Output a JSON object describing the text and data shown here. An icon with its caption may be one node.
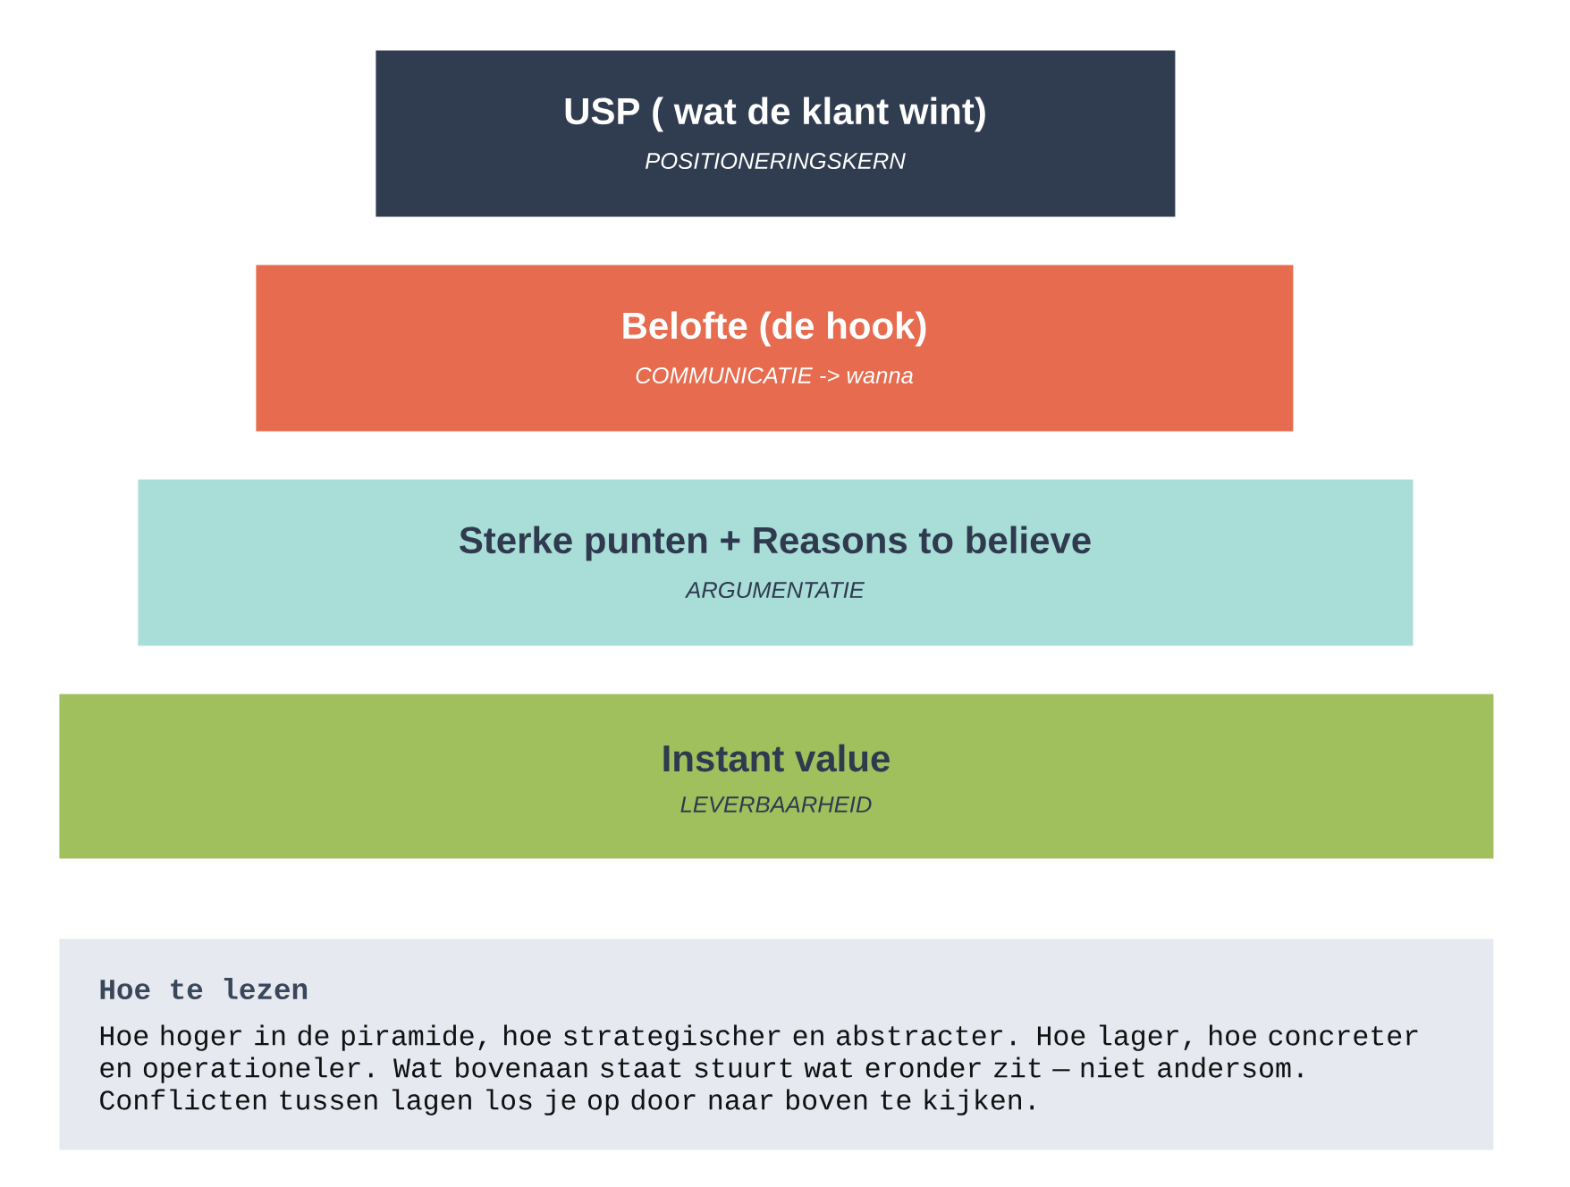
{
  "diagram": {
    "nodes": [
      {
        "text": [
          "USP ( wat de klant wint)",
          "POSITIONERINGSKERN"
        ]
      },
      {
        "text": [
          "Belofte (de hook)",
          "COMMUNICATIE -> wanna"
        ]
      },
      {
        "text": [
          "Sterke punten + Reasons to believe",
          "ARGUMENTATIE"
        ]
      },
      {
        "text": [
          "Instant value",
          "LEVERBAARHEID"
        ]
      },
      {
        "text": [
          "Hoe te lezen",
          "Hoe hoger in de piramide, hoe strategischer en abstracter. Hoe lager, hoe concreter en operationeler. Wat bovenaan staat stuurt wat eronder zit — niet andersom. Conflicten tussen lagen los je op door naar boven te kijken."
        ]
      }
    ]
  }
}
